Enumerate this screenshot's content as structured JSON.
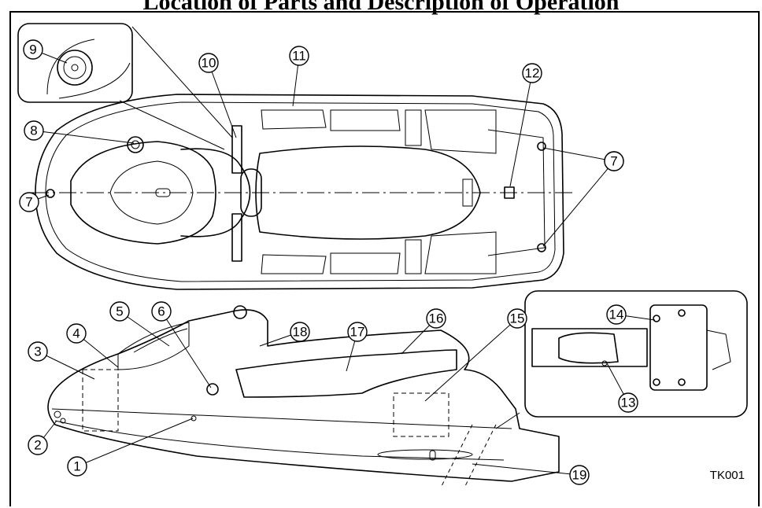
{
  "title": "Location of Parts and Description of Operation",
  "figure_code": "TK001",
  "callouts": [
    {
      "n": "1"
    },
    {
      "n": "2"
    },
    {
      "n": "3"
    },
    {
      "n": "4"
    },
    {
      "n": "5"
    },
    {
      "n": "6"
    },
    {
      "n": "7"
    },
    {
      "n": "7"
    },
    {
      "n": "7"
    },
    {
      "n": "8"
    },
    {
      "n": "9"
    },
    {
      "n": "10"
    },
    {
      "n": "11"
    },
    {
      "n": "12"
    },
    {
      "n": "13"
    },
    {
      "n": "14"
    },
    {
      "n": "15"
    },
    {
      "n": "16"
    },
    {
      "n": "17"
    },
    {
      "n": "18"
    },
    {
      "n": "19"
    }
  ]
}
